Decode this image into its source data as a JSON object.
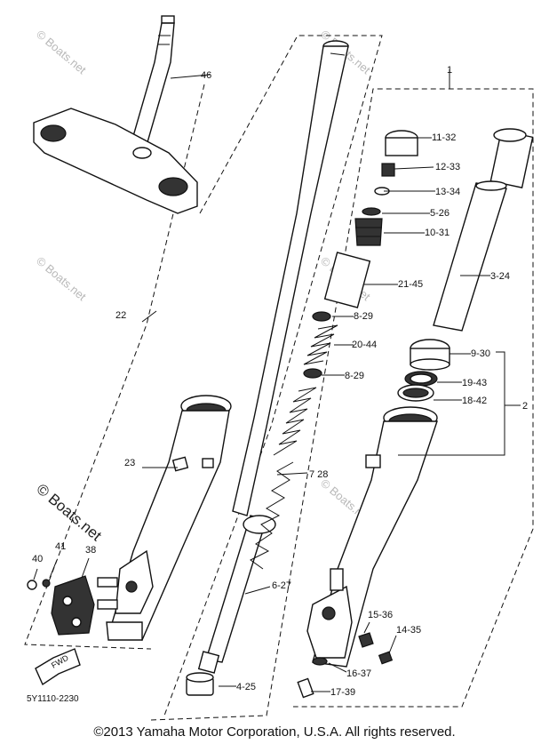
{
  "callouts": {
    "c1": "1",
    "c2": "2",
    "c3_24": "3-24",
    "c4_25": "4-25",
    "c5_26": "5-26",
    "c6_27": "6-27",
    "c7_28": "7 28",
    "c8_29a": "8-29",
    "c8_29b": "8-29",
    "c9_30": "9-30",
    "c10_31": "10-31",
    "c11_32": "11-32",
    "c12_33": "12-33",
    "c13_34": "13-34",
    "c14_35": "14-35",
    "c15_36": "15-36",
    "c16_37": "16-37",
    "c17_39": "17-39",
    "c18_42": "18-42",
    "c19_43": "19-43",
    "c20_44": "20-44",
    "c21_45": "21-45",
    "c22": "22",
    "c23": "23",
    "c38": "38",
    "c40": "40",
    "c41": "41",
    "c46": "46"
  },
  "fwd_label": "FWD",
  "diagram_code": "5Y1110-2230",
  "watermark": "© Boats.net",
  "copyright": "©2013 Yamaha Motor Corporation, U.S.A. All rights reserved."
}
